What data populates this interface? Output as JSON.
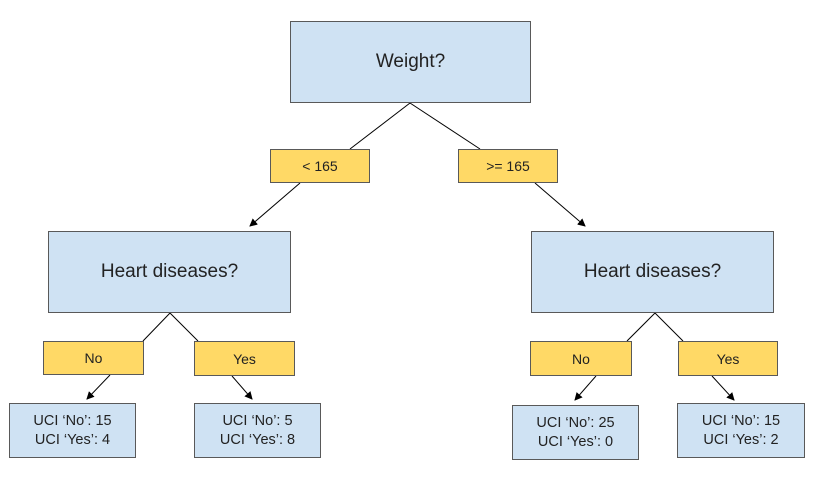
{
  "colors": {
    "question_fill": "#cfe2f3",
    "condition_fill": "#ffd966",
    "border": "#595959",
    "line": "#000000"
  },
  "tree": {
    "root": {
      "label": "Weight?"
    },
    "branches": {
      "left": {
        "condition": "< 165",
        "question": "Heart diseases?",
        "no": {
          "condition": "No",
          "uci_no": "UCI ‘No’: 15",
          "uci_yes": "UCI ‘Yes’: 4"
        },
        "yes": {
          "condition": "Yes",
          "uci_no": "UCI ‘No’: 5",
          "uci_yes": "UCI ‘Yes’: 8"
        }
      },
      "right": {
        "condition": ">= 165",
        "question": "Heart diseases?",
        "no": {
          "condition": "No",
          "uci_no": "UCI ‘No’: 25",
          "uci_yes": "UCI ‘Yes’: 0"
        },
        "yes": {
          "condition": "Yes",
          "uci_no": "UCI ‘No’: 15",
          "uci_yes": "UCI ‘Yes’: 2"
        }
      }
    }
  }
}
